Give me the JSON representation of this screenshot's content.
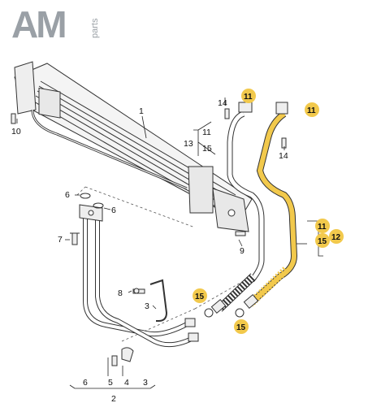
{
  "logo": {
    "text": "AM",
    "sub": "parts"
  },
  "colors": {
    "logo": "#9aa0a6",
    "highlight_hose": "#f2c94c",
    "highlight_badge": "#f2c94c",
    "line": "#333333"
  },
  "labels": {
    "p1": "1",
    "p2": "2",
    "p3": "3",
    "p4": "4",
    "p5": "5",
    "p6a": "6",
    "p6b": "6",
    "p6c": "6",
    "p7": "7",
    "p8": "8",
    "p9": "9",
    "p10": "10",
    "p11a": "11",
    "p11b": "11",
    "p11c": "11",
    "p11d": "11",
    "p12": "12",
    "p13": "13",
    "p14a": "14",
    "p14b": "14",
    "p15a": "15",
    "p15b": "15",
    "p15c": "15",
    "p15d": "15",
    "p3b": "3"
  }
}
